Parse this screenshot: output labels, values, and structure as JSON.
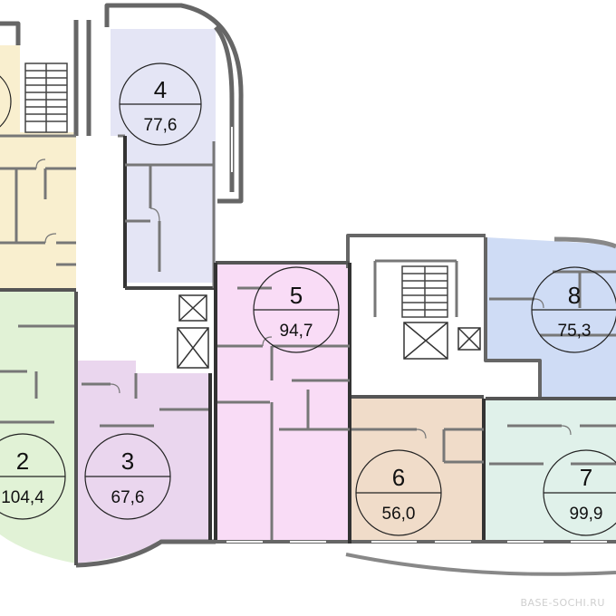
{
  "watermark": "BASE-SOCHI.RU",
  "colors": {
    "apt_1": "#f9efcf",
    "apt_2": "#e1f2d6",
    "apt_3": "#ead6ee",
    "apt_4": "#e4e5f5",
    "apt_5": "#f9dcf6",
    "apt_6": "#f0dcc9",
    "apt_7": "#e0f1ea",
    "apt_8": "#cfdcf5",
    "wall": "#5c5c5c",
    "wall_light": "#8a8a8a",
    "outline": "#222222"
  },
  "apartments": [
    {
      "number": "4",
      "area": "77,6"
    },
    {
      "number": "5",
      "area": "94,7"
    },
    {
      "number": "8",
      "area": "75,3"
    },
    {
      "number": "2",
      "area": "104,4"
    },
    {
      "number": "3",
      "area": "67,6"
    },
    {
      "number": "6",
      "area": "56,0"
    },
    {
      "number": "7",
      "area": "99,9"
    }
  ]
}
